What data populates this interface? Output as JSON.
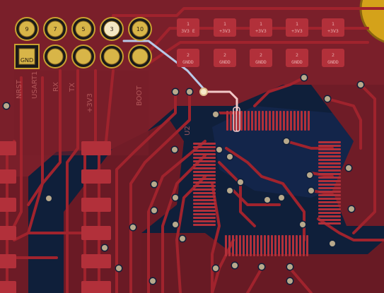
{
  "board": {
    "colors": {
      "background": "#0f1f3a",
      "copper": "#7a1f2a",
      "copper_dark": "#5c1620",
      "trace": "#a0232d",
      "pad": "#b2303a",
      "via": "#b8a98c",
      "gold": "#c9a030",
      "selected_trace": "#f3c9c9",
      "blue_trace": "#b8c9e8"
    }
  },
  "header": {
    "top_row_pins": [
      "9",
      "7",
      "5",
      "3",
      "10"
    ],
    "bottom_row_pins": [
      "GND",
      "",
      "",
      "",
      ""
    ]
  },
  "pads_top": [
    "3V3 E",
    "+3V3",
    "+3V3",
    "+3V3",
    "+3V3"
  ],
  "pads_bottom": [
    "GNDD",
    "GNDD",
    "GNDD",
    "GNDD",
    "GNDD"
  ],
  "pad_numbers_top": [
    "1",
    "1",
    "1",
    "1",
    "1"
  ],
  "pad_numbers_bottom": [
    "2",
    "2",
    "2",
    "2",
    "2"
  ],
  "silkscreen": {
    "labels": [
      "USART1",
      "RX",
      "TX",
      "+3V3",
      "BOOT",
      "U2",
      "NRST"
    ]
  }
}
